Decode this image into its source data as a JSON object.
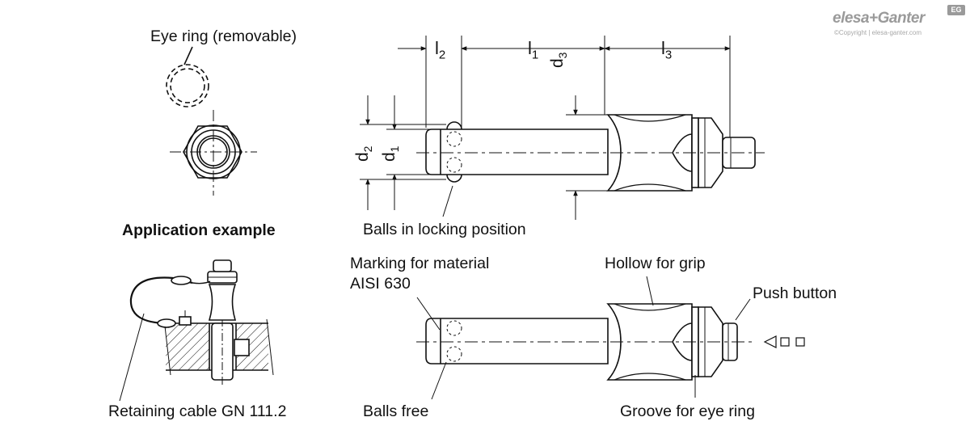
{
  "logo": {
    "brand": "elesa+Ganter",
    "badge": "EG",
    "copyright": "©Copyright | elesa-ganter.com"
  },
  "labels": {
    "eye_ring": "Eye ring (removable)",
    "application_example": "Application example",
    "retaining_cable": "Retaining cable GN 111.2",
    "balls_locking": "Balls in locking position",
    "marking_line1": "Marking for material",
    "marking_line2": "AISI 630",
    "hollow_grip": "Hollow for grip",
    "push_button": "Push button",
    "balls_free": "Balls free",
    "groove_eye_ring": "Groove for eye ring"
  },
  "dimensions": {
    "l2": {
      "main": "l",
      "sub": "2"
    },
    "l1": {
      "main": "l",
      "sub": "1"
    },
    "l3": {
      "main": "l",
      "sub": "3"
    },
    "d3": {
      "main": "d",
      "sub": "3"
    },
    "d2": {
      "main": "d",
      "sub": "2"
    },
    "d1": {
      "main": "d",
      "sub": "1"
    }
  },
  "colors": {
    "line": "#111111",
    "logo": "#9a9a9a"
  }
}
